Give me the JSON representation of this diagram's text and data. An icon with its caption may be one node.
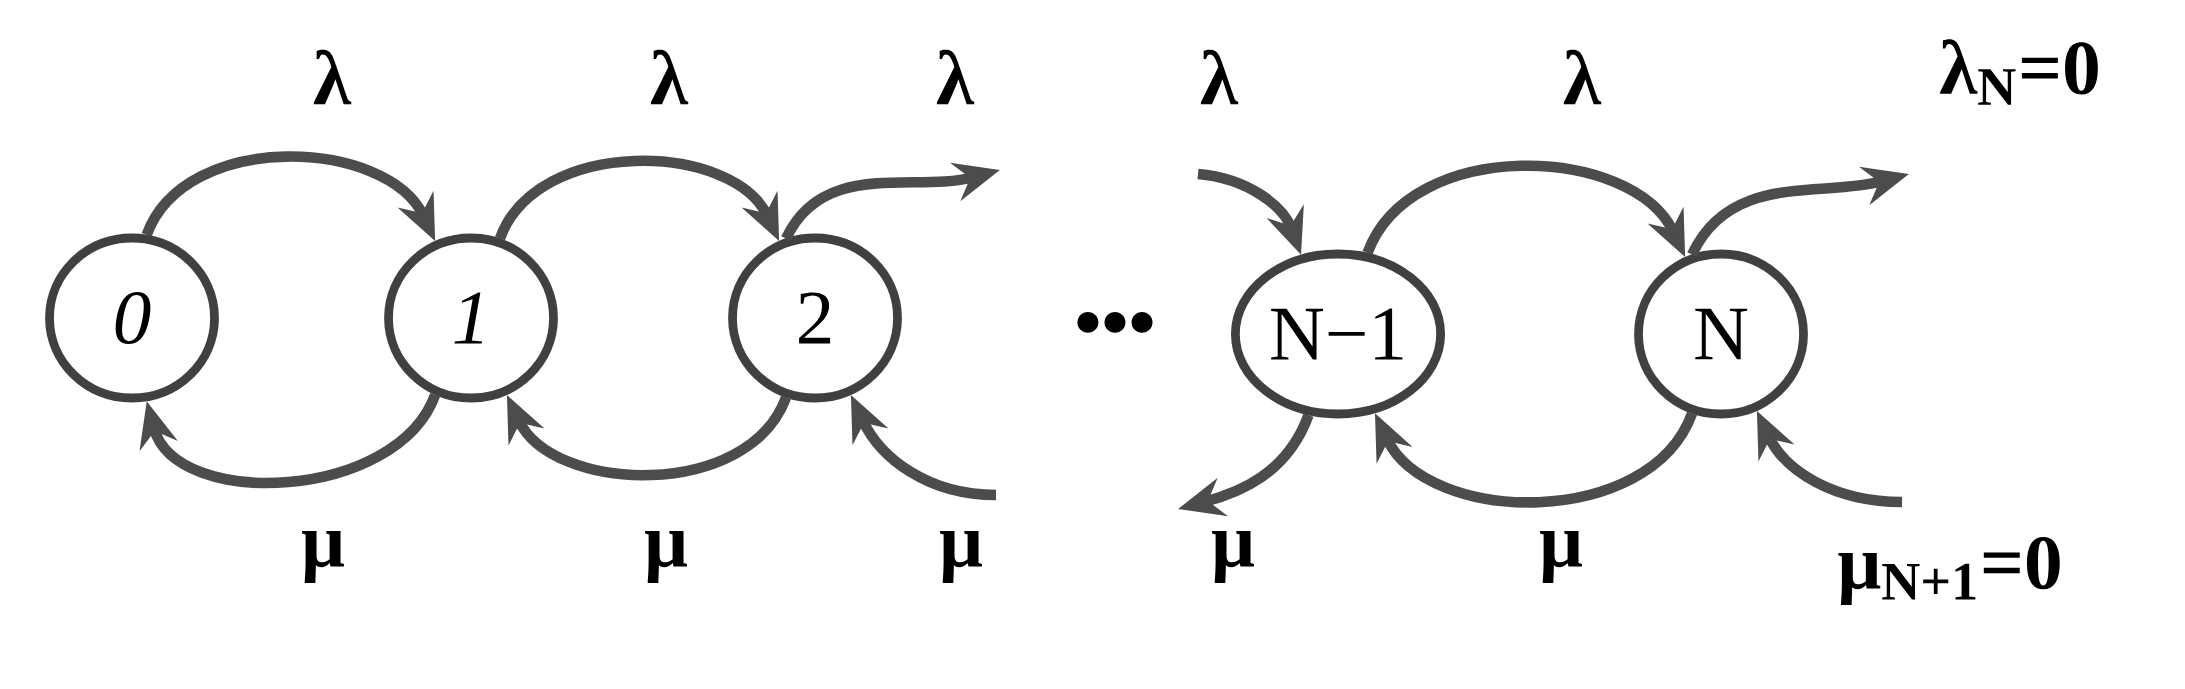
{
  "diagram": {
    "nodes": [
      {
        "text": [
          "0"
        ]
      },
      {
        "text": [
          "1"
        ]
      },
      {
        "text": [
          "2"
        ]
      },
      {
        "text": [
          "N−1"
        ]
      },
      {
        "text": [
          "N"
        ]
      }
    ],
    "edges": [
      {
        "from": 0,
        "to": 1,
        "arrow": "to",
        "label": "λ"
      },
      {
        "from": 1,
        "to": 2,
        "arrow": "to",
        "label": "λ"
      },
      {
        "from": 2,
        "to": null,
        "arrow": "to",
        "label": "λ"
      },
      {
        "from": null,
        "to": 3,
        "arrow": "to",
        "label": "λ"
      },
      {
        "from": 3,
        "to": 4,
        "arrow": "to",
        "label": "λ"
      },
      {
        "from": 4,
        "to": null,
        "arrow": "to",
        "label": "λ$_{N}$=0"
      },
      {
        "from": 1,
        "to": 0,
        "arrow": "to",
        "label": "μ"
      },
      {
        "from": 2,
        "to": 1,
        "arrow": "to",
        "label": "μ"
      },
      {
        "from": null,
        "to": 2,
        "arrow": "to",
        "label": "μ"
      },
      {
        "from": 3,
        "to": null,
        "arrow": "to",
        "label": "μ"
      },
      {
        "from": 4,
        "to": 3,
        "arrow": "to",
        "label": "μ"
      },
      {
        "from": null,
        "to": 4,
        "arrow": "to",
        "label": "μ$_{N+1}$=0"
      }
    ],
    "labels": [
      "•••"
    ]
  }
}
